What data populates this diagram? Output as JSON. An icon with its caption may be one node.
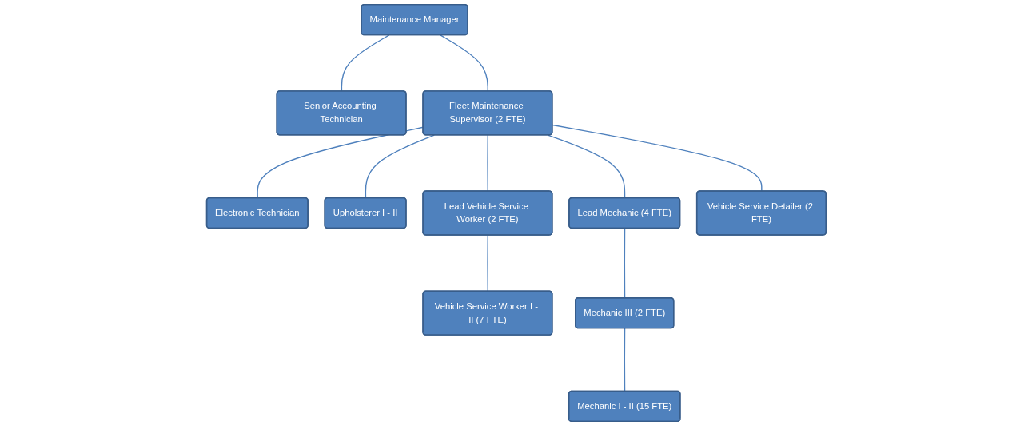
{
  "diagram": {
    "nodes": [
      {
        "text": [
          "Maintenance Manager"
        ]
      },
      {
        "text": [
          "Senior Accounting Technician"
        ]
      },
      {
        "text": [
          "Fleet Maintenance Supervisor (2 FTE)"
        ]
      },
      {
        "text": [
          "Electronic Technician"
        ]
      },
      {
        "text": [
          "Upholsterer I - II"
        ]
      },
      {
        "text": [
          "Lead Vehicle Service Worker (2 FTE)"
        ]
      },
      {
        "text": [
          "Lead Mechanic (4 FTE)"
        ]
      },
      {
        "text": [
          "Vehicle Service Detailer (2 FTE)"
        ]
      },
      {
        "text": [
          "Vehicle Service Worker I - II (7 FTE)"
        ]
      },
      {
        "text": [
          "Mechanic III (2 FTE)"
        ]
      },
      {
        "text": [
          "Mechanic I - II (15 FTE)"
        ]
      }
    ],
    "edges": [
      {
        "from": 0,
        "to": 1,
        "arrow": "none"
      },
      {
        "from": 0,
        "to": 2,
        "arrow": "none"
      },
      {
        "from": 2,
        "to": 3,
        "arrow": "none"
      },
      {
        "from": 2,
        "to": 4,
        "arrow": "none"
      },
      {
        "from": 2,
        "to": 5,
        "arrow": "none"
      },
      {
        "from": 2,
        "to": 6,
        "arrow": "none"
      },
      {
        "from": 2,
        "to": 7,
        "arrow": "none"
      },
      {
        "from": 5,
        "to": 8,
        "arrow": "none"
      },
      {
        "from": 6,
        "to": 9,
        "arrow": "none"
      },
      {
        "from": 9,
        "to": 10,
        "arrow": "none"
      }
    ]
  }
}
